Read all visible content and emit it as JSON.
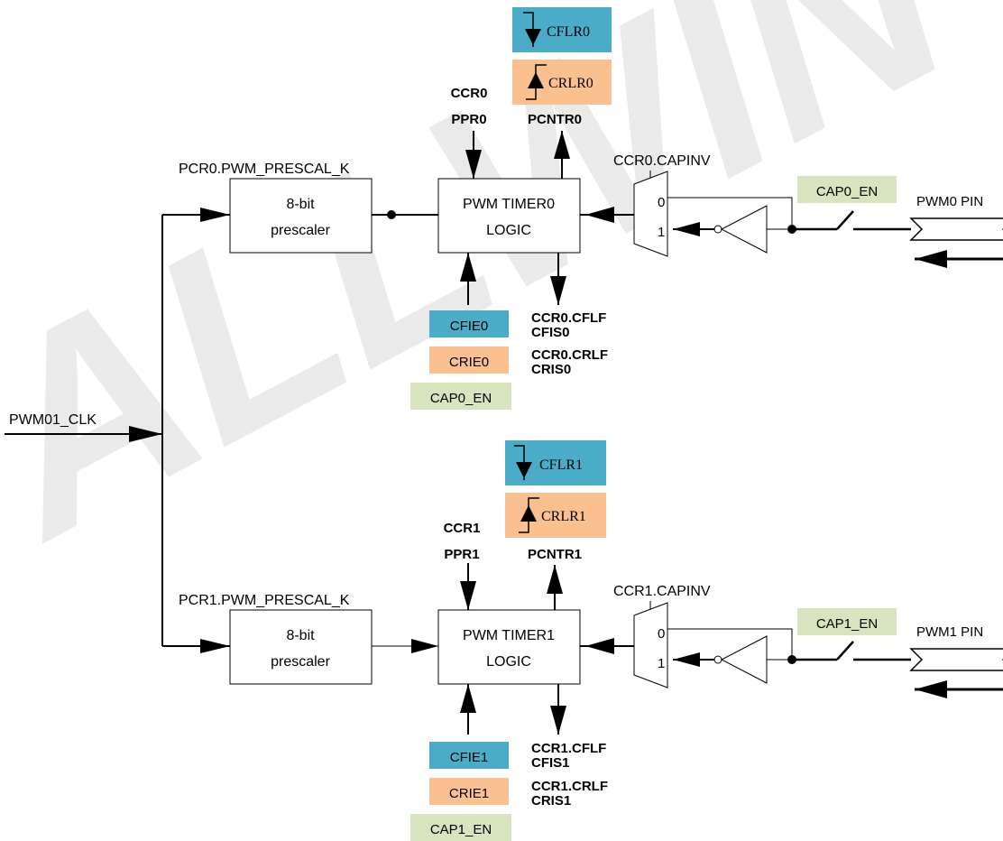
{
  "watermark": "ALLWIN",
  "clock": {
    "label": "PWM01_CLK"
  },
  "colors": {
    "teal": "#4aacc6",
    "peach": "#fac090",
    "sage": "#d7e4bd",
    "line": "#000000",
    "watermark": "#e5e5e5"
  },
  "channel0": {
    "prescal_label": "PCR0.PWM_PRESCAL_K",
    "prescaler_line1": "8-bit",
    "prescaler_line2": "prescaler",
    "timer_line1": "PWM TIMER0",
    "timer_line2": "LOGIC",
    "in_regs_1": "CCR0",
    "in_regs_2": "PPR0",
    "counter": "PCNTR0",
    "cflr": "CFLR0",
    "crlr": "CRLR0",
    "capinv": "CCR0.CAPINV",
    "mux_0": "0",
    "mux_1": "1",
    "cap_en_switch": "CAP0_EN",
    "pin": "PWM0 PIN",
    "cfie": "CFIE0",
    "crie": "CRIE0",
    "cap_en_box": "CAP0_EN",
    "status_1": "CCR0.CFLF",
    "status_2": "CFIS0",
    "status_3": "CCR0.CRLF",
    "status_4": "CRIS0"
  },
  "channel1": {
    "prescal_label": "PCR1.PWM_PRESCAL_K",
    "prescaler_line1": "8-bit",
    "prescaler_line2": "prescaler",
    "timer_line1": "PWM TIMER1",
    "timer_line2": "LOGIC",
    "in_regs_1": "CCR1",
    "in_regs_2": "PPR1",
    "counter": "PCNTR1",
    "cflr": "CFLR1",
    "crlr": "CRLR1",
    "capinv": "CCR1.CAPINV",
    "mux_0": "0",
    "mux_1": "1",
    "cap_en_switch": "CAP1_EN",
    "pin": "PWM1 PIN",
    "cfie": "CFIE1",
    "crie": "CRIE1",
    "cap_en_box": "CAP1_EN",
    "status_1": "CCR1.CFLF",
    "status_2": "CFIS1",
    "status_3": "CCR1.CRLF",
    "status_4": "CRIS1"
  }
}
